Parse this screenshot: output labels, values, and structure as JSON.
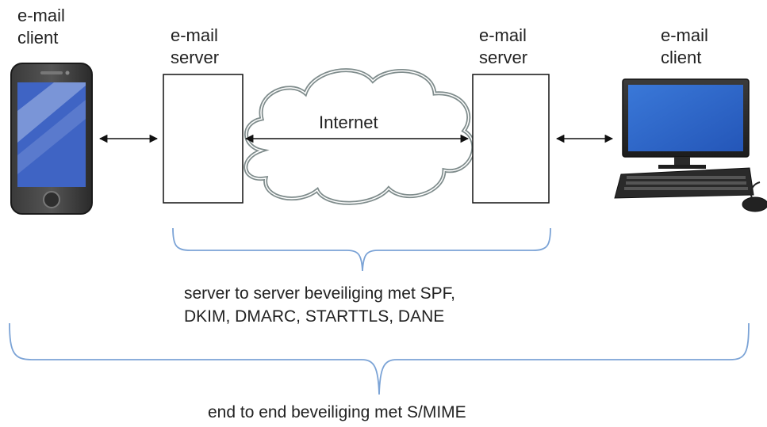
{
  "left_client": {
    "line1": "e-mail",
    "line2": "client"
  },
  "left_server": {
    "line1": "e-mail",
    "line2": "server"
  },
  "right_server": {
    "line1": "e-mail",
    "line2": "server"
  },
  "right_client": {
    "line1": "e-mail",
    "line2": "client"
  },
  "cloud_label": "Internet",
  "server_brace_caption": {
    "line1": "server to server beveiliging met SPF,",
    "line2": "DKIM, DMARC, STARTTLS, DANE"
  },
  "end_brace_caption": "end to end beveiliging met S/MIME",
  "colors": {
    "brace": "#7ba3d6",
    "cloud_outline": "#7f8c8c",
    "phone_screen": "#3f64c4",
    "monitor_screen": "#2e63c7"
  }
}
